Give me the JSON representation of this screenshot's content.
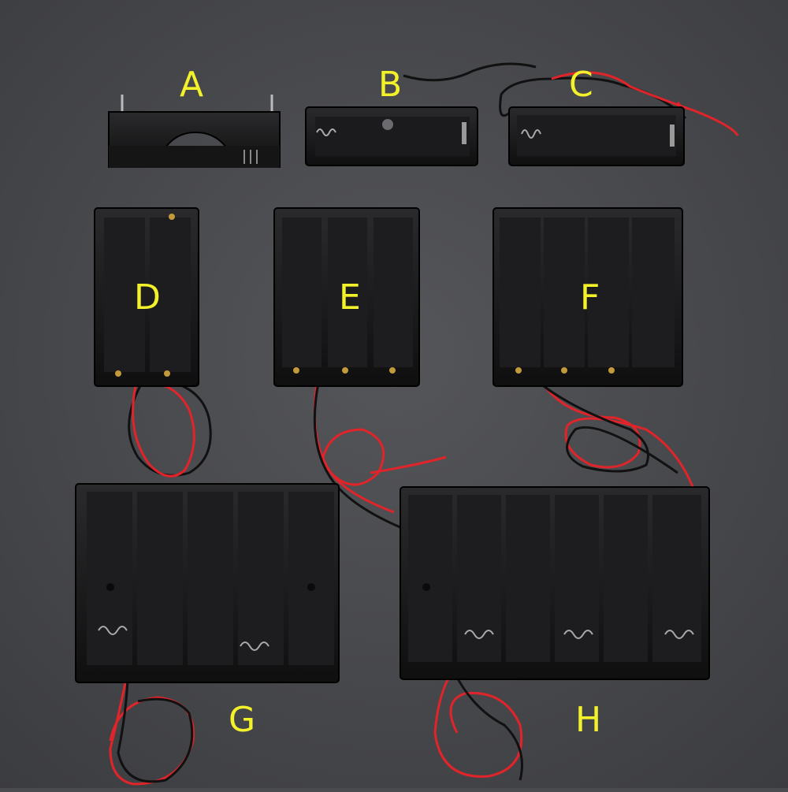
{
  "photo": {
    "background_color": "#4a4b4f",
    "label_color": "#f3f22a",
    "wire_colors": [
      "#e0242a",
      "#111111"
    ],
    "holders": [
      {
        "label": "A",
        "cells": 1
      },
      {
        "label": "B",
        "cells": 1
      },
      {
        "label": "C",
        "cells": 1
      },
      {
        "label": "D",
        "cells": 2
      },
      {
        "label": "E",
        "cells": 3
      },
      {
        "label": "F",
        "cells": 4
      },
      {
        "label": "G",
        "cells": 5
      },
      {
        "label": "H",
        "cells": 6
      }
    ]
  }
}
